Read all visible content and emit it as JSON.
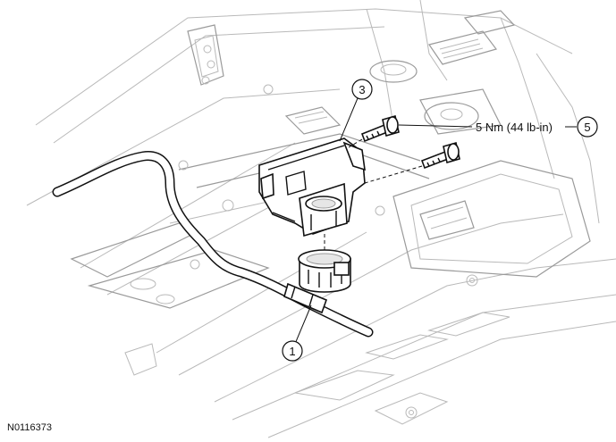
{
  "figure_id": "N0116373",
  "callouts": [
    {
      "label": "1"
    },
    {
      "label": "3"
    },
    {
      "label": "5"
    }
  ],
  "torque_spec": "5 Nm (44 lb-in)"
}
